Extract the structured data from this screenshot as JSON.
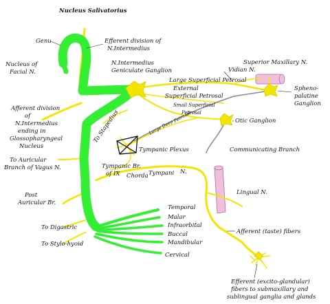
{
  "colors": {
    "facial_nerve": "#33ee33",
    "intermedius": "#f2e600",
    "branch_line": "#d8c800",
    "vessel_fill": "#f0bfe0",
    "vessel_stroke": "#b07090",
    "ganglion": "#f2e600",
    "grey_line": "#888888",
    "text": "#111111"
  },
  "labels": {
    "nucleus_salivatorius": "Nucleus Salivatorius",
    "efferent_division_1": "Efferent division of",
    "efferent_division_2": "N.Intermedius",
    "genu": "Genu",
    "nucleus_facial_1": "Nucleus of",
    "nucleus_facial_2": "Facial N.",
    "n_intermedius": "N.Intermedius",
    "geniculate_ganglion": "Geniculate Ganglion",
    "superior_maxillary": "Superior Maxillary N.",
    "vidian": "Vidian N.",
    "large_superficial_petrosal": "Large Superficial Petrosal",
    "external_superficial_1": "External",
    "external_superficial_2": "Superficial Petrosal",
    "spheno_1": "Spheno-",
    "spheno_2": "palatine",
    "spheno_3": "Ganglion",
    "small_superficial": "Small Superficial",
    "petrosal": "Petrosal",
    "large_deep_petrosal_1": "Large Deep",
    "large_deep_petrosal_2": "Petrosal",
    "afferent_division_1": "Afferent division",
    "afferent_division_2": "of",
    "afferent_division_3": "N.Intermedius",
    "afferent_division_4": "ending in",
    "afferent_division_5": "Glossopharyngeal",
    "afferent_division_6": "Nucleus",
    "to_stapedius": "To Stapedius",
    "otic_ganglion": "Otic Ganglion",
    "tympanic_plexus": "Tympanic Plexus",
    "communicating_branch": "Communicating Branch",
    "to_auricular_1": "To Auricular",
    "to_auricular_2": "Branch of Vagus N.",
    "tympanic_br_1": "Tympanic Br.",
    "tympanic_br_2": "of IX",
    "chorda_tympani": "Chorda",
    "chorda_tympani_2": "Tympani",
    "chorda_n": "N.",
    "lingual": "Lingual N.",
    "post_auricular_1": "Post",
    "post_auricular_2": "Auricular Br.",
    "temporal": "Temporal",
    "malar": "Malar",
    "infraorbital": "Infraorbital",
    "buccal": "Buccal",
    "mandibular": "Mandibular",
    "cervical": "Cervical",
    "to_digastric": "To Digastric",
    "to_stylo_hyoid": "To Stylo-hyoid",
    "afferent_taste": "Afferent (taste) fibers",
    "efferent_glandular_1": "Efferent (excito-glandular)",
    "efferent_glandular_2": "fibers to submaxillary and",
    "efferent_glandular_3": "sublingual ganglia and glands"
  }
}
